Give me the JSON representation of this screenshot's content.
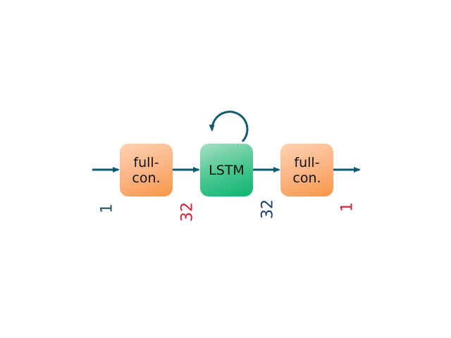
{
  "diagram": {
    "blocks": [
      {
        "id": "fc1",
        "label": "full-\ncon.",
        "color": "#f9a463"
      },
      {
        "id": "lstm",
        "label": "LSTM",
        "color": "#2dbd83"
      },
      {
        "id": "fc2",
        "label": "full-\ncon.",
        "color": "#f9a463"
      }
    ],
    "dimensions": [
      {
        "label": "1",
        "color": "#1b5566"
      },
      {
        "label": "32",
        "color": "#d11f35"
      },
      {
        "label": "32",
        "color": "#1b3f66"
      },
      {
        "label": "1",
        "color": "#d11f35"
      }
    ],
    "arrow_color": "#0e5b72"
  }
}
